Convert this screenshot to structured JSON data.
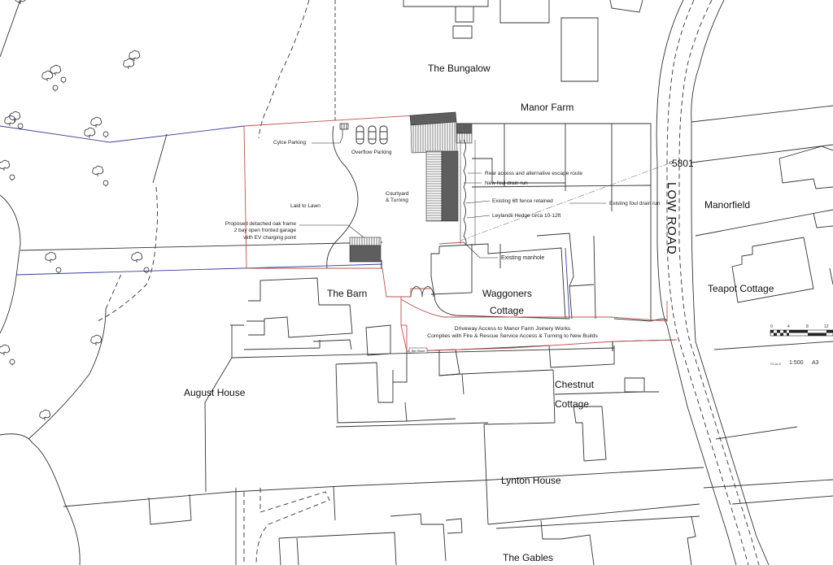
{
  "map": {
    "type": "site plan",
    "properties": [
      {
        "name": "The Bungalow"
      },
      {
        "name": "Manor Farm"
      },
      {
        "name": "Manorfield"
      },
      {
        "name": "Teapot Cottage"
      },
      {
        "name": "The Barn"
      },
      {
        "name": "Waggoners",
        "line2": "Cottage"
      },
      {
        "name": "August House"
      },
      {
        "name": "Chestnut",
        "line2": "Cottage"
      },
      {
        "name": "Lynton House"
      },
      {
        "name": "The Gables"
      }
    ],
    "road": {
      "name": "LOW ROAD",
      "reference": "5801"
    },
    "annotations": {
      "cycle_parking": "Cylce Parking",
      "overflow_parking": "Overflow Parking",
      "lawn": "Laid to Lawn",
      "courtyard_line1": "Courtyard",
      "courtyard_line2": "& Turning",
      "garage_line1": "Proposed detached oak frame",
      "garage_line2": "2 bay open fronted garage",
      "garage_line3": "with EV charging point",
      "rear_access": "Rear access and alternative escape route",
      "new_drain": "New foul drain run",
      "fence": "Existing 6ft fence retained",
      "hedge": "Leylandii Hedge circa 10-12ft",
      "existing_drain": "Existing foul drain run",
      "manhole": "Existing manhole",
      "driveway_line1": "Driveway Access to Manor Farm Joinery Works",
      "driveway_line2": "Complies with Fire & Rescue Service Access & Turning to New Builds",
      "bin_store": "Bin Store"
    },
    "scale_bar": {
      "ticks": [
        "0",
        "4",
        "8",
        "12"
      ],
      "scale_label": "SCALE",
      "scale_value": "1:500",
      "paper": "A3"
    },
    "colors": {
      "line": "#333333",
      "site_boundary": "#c0504d",
      "blue_boundary": "#3b3b9a",
      "hatch_dark": "#555555"
    }
  }
}
